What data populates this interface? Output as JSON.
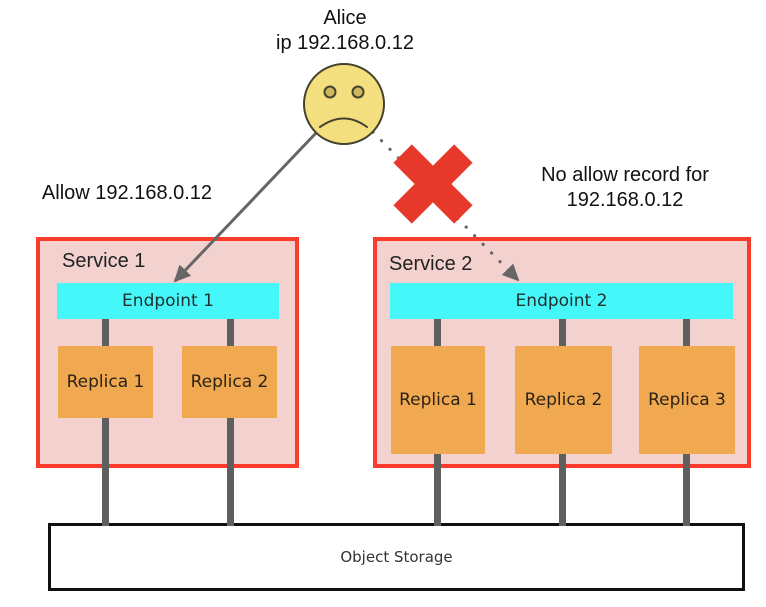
{
  "actor": {
    "name": "Alice",
    "ip": "ip 192.168.0.12"
  },
  "annotations": {
    "allow": "Allow 192.168.0.12",
    "deny_line1": "No allow record for",
    "deny_line2": "192.168.0.12"
  },
  "services": [
    {
      "label": "Service 1",
      "endpoint": "Endpoint 1",
      "replicas": [
        "Replica 1",
        "Replica 2"
      ]
    },
    {
      "label": "Service 2",
      "endpoint": "Endpoint 2",
      "replicas": [
        "Replica 1",
        "Replica 2",
        "Replica 3"
      ]
    }
  ],
  "storage": {
    "label": "Object Storage"
  },
  "icons": {
    "sad_face": "sad-face-icon",
    "deny_cross": "deny-cross-icon"
  },
  "colors": {
    "service_border": "#fa3b2b",
    "service_bg": "#f2d1ce",
    "endpoint_bg": "#45f7f8",
    "replica_bg": "#f0a851",
    "connector": "#5f5f5f",
    "arrow": "#666666",
    "cross": "#e6392b",
    "face_fill": "#f3df7d",
    "face_stroke": "#45412f",
    "storage_border": "#111111"
  }
}
